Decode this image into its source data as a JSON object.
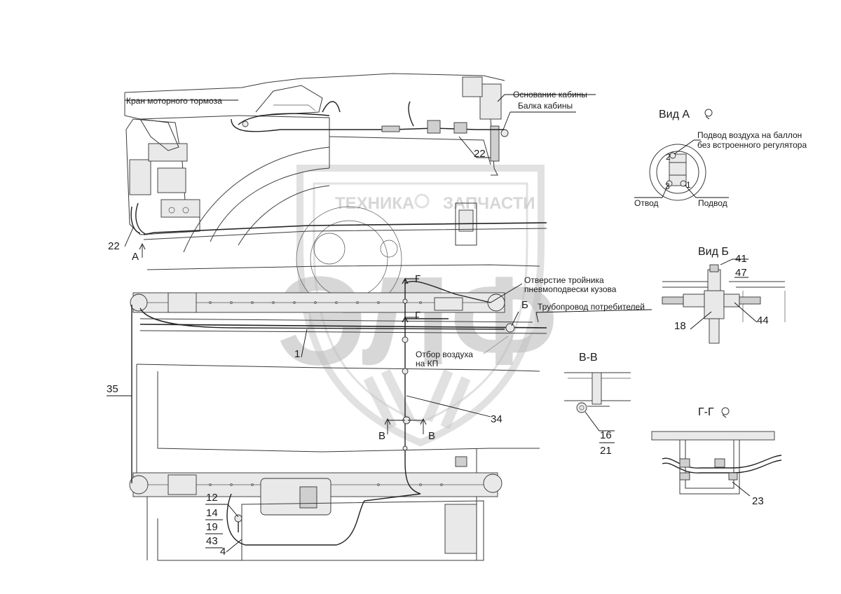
{
  "labels": {
    "kran_motornogo_tormoza": "Кран моторного тормоза",
    "osnovanie_kabiny": "Основание кабины",
    "balka_kabiny": "Балка кабины",
    "vid_a": "Вид А",
    "podvod_na_ballon_1": "Подвод воздуха на баллон",
    "podvod_na_ballon_2": "без встроенного регулятора",
    "otvod": "Отвод",
    "podvod": "Подвод",
    "vid_b": "Вид Б",
    "otverstie_1": "Отверстие тройника",
    "otverstie_2": "пневмоподвески кузова",
    "truboprovod": "Трубопровод потребителей",
    "otbor_1": "Отбор воздуха",
    "otbor_2": "на КП",
    "section_vv": "В-В",
    "section_gg": "Г-Г"
  },
  "callouts": {
    "p22_top": "22",
    "p22_left": "22",
    "p1": "1",
    "p35": "35",
    "p34": "34",
    "p12": "12",
    "p14": "14",
    "p19": "19",
    "p43": "43",
    "p4": "4",
    "p41": "41",
    "p47": "47",
    "p18": "18",
    "p44": "44",
    "p16": "16",
    "p21": "21",
    "p23": "23",
    "n1": "1",
    "n2": "2",
    "n3": "3"
  },
  "markers": {
    "a": "А",
    "b": "Б",
    "v_left": "В",
    "v_right": "В",
    "g_top": "Г",
    "g_mid": "Г"
  },
  "watermark": {
    "left": "ТЕХНИКА",
    "right": "ЗАПЧАСТИ",
    "logo": "ЭЛФ"
  }
}
